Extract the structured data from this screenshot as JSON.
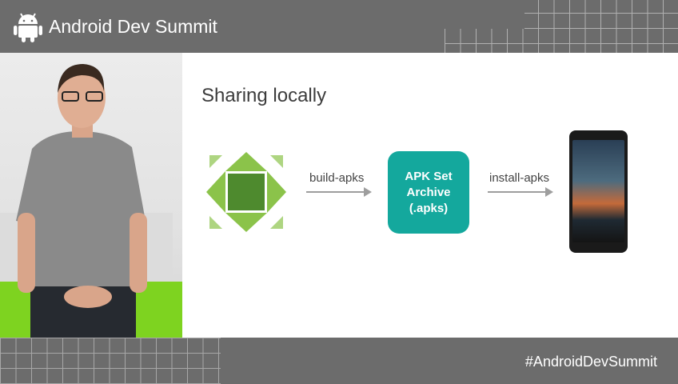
{
  "header": {
    "brand": "Android Dev Summit"
  },
  "slide": {
    "title": "Sharing locally",
    "step1_label": "build-apks",
    "box_label_line1": "APK Set",
    "box_label_line2": "Archive",
    "box_label_line3": "(.apks)",
    "step2_label": "install-apks"
  },
  "footer": {
    "hashtag": "#AndroidDevSummit"
  },
  "colors": {
    "teal": "#14a89d",
    "green_dark": "#4e8a2e",
    "green_light": "#8bc34a"
  }
}
